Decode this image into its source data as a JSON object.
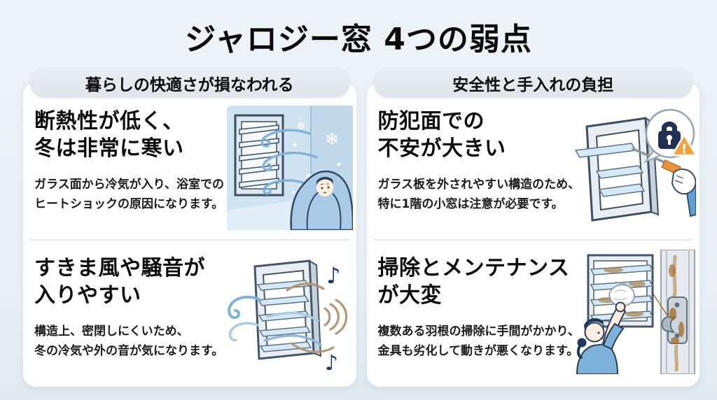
{
  "page": {
    "title": "ジャロジー窓 4つの弱点"
  },
  "columns": [
    {
      "header": "暮らしの快適さが損なわれる",
      "cards": [
        {
          "heading": [
            "断熱性が低く、",
            "冬は非常に寒い"
          ],
          "description": [
            "ガラス面から冷気が入り、浴室での",
            "ヒートショックの原因になります。"
          ],
          "illustration": "cold-person-by-jalousie-window"
        },
        {
          "heading": [
            "すきま風や騒音が",
            "入りやすい"
          ],
          "description": [
            "構造上、密閉しにくいため、",
            "冬の冷気や外の音が気になります。"
          ],
          "illustration": "draft-and-noise-through-window"
        }
      ]
    },
    {
      "header": "安全性と手入れの負担",
      "cards": [
        {
          "heading": [
            "防犯面での",
            "不安が大きい"
          ],
          "description": [
            "ガラス板を外されやすい構造のため、",
            "特に1階の小窓は注意が必要です。"
          ],
          "illustration": "glass-pane-removed-by-hand-security-risk"
        },
        {
          "heading": [
            "掃除とメンテナンス",
            "が大変"
          ],
          "description": [
            "複数ある羽根の掃除に手間がかかり、",
            "金具も劣化して動きが悪くなります。"
          ],
          "illustration": "woman-cleaning-louvers-rusty-latch"
        }
      ]
    }
  ],
  "icons": {
    "snowflake": "❄",
    "music_note": "♪",
    "warning_mark": "!"
  },
  "colors": {
    "background": "#e8f0f5",
    "card": "#ffffff",
    "pill": "#e3e9ed",
    "text": "#0c0c0c",
    "illustration_sky": "#cfe3f1",
    "wind_blue": "#7eb2d8",
    "blanket_blue": "#a9cbe7",
    "frame_outline": "#3d4f63",
    "glass_blue": "#d6e9f6",
    "sound_brown": "#b59677",
    "note_navy": "#1d3a5e",
    "lock_navy": "#223052",
    "warning_orange": "#f0a23c",
    "tool_orange": "#e8923e",
    "rust_brown": "#a56f2f",
    "shirt_blue": "#7fb2da"
  }
}
